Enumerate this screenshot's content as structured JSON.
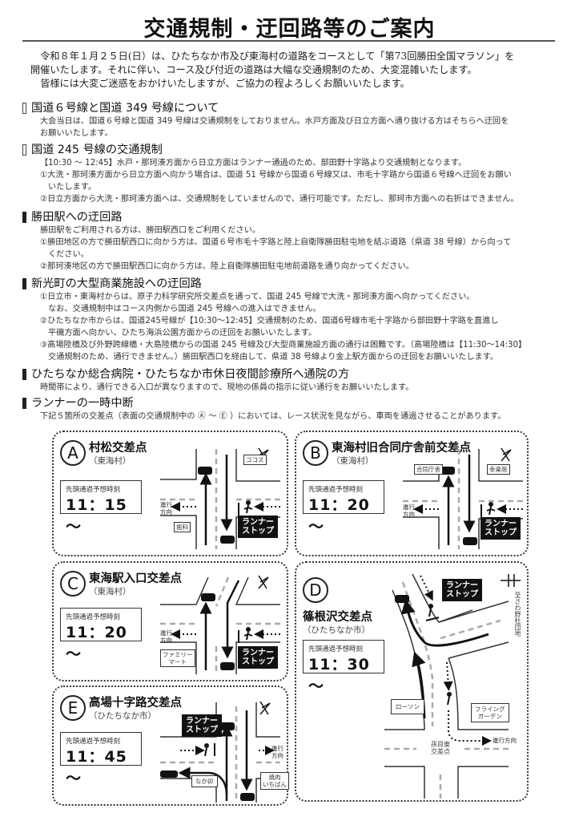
{
  "title": "交通規制・迂回路等のご案内",
  "intro": {
    "line1": "令和８年１月２５日(日）は、ひたちなか市及び東海村の道路をコースとして「第73回勝田全国マラソン」を",
    "line2": "開催いたします。それに伴い、コース及び付近の道路は大幅な交通規制のため、大変混雑いたします。",
    "line3": "皆様には大変ご迷惑をおかけいたしますが、ご協力の程よろしくお願いいたします。"
  },
  "sections": [
    {
      "heading": "国道６号線と国道 349 号線について",
      "lines": [
        "大会当日は、国道６号線と国道 349 号線は交通規制をしておりません。水戸方面及び日立方面へ通り抜ける方はそちらへ迂回を",
        "お願いいたします。"
      ]
    },
    {
      "heading": "国道 245 号線の交通規制",
      "lines": [
        "【10:30 ～ 12:45】水戸・那珂湊方面から日立方面はランナー通過のため、部田野十字路より交通規制となります。",
        "①大洗・那珂湊方面から日立方面へ向かう場合は、国道 51 号線から国道６号線又は、市毛十字路から国道６号線へ迂回をお願い",
        "いたします。",
        "②日立方面から大洗・那珂湊方面へは、交通規制をしていませんので、通行可能です。ただし、那珂市方面への右折はできません。"
      ]
    },
    {
      "heading": "勝田駅への迂回路",
      "lines": [
        "勝田駅をご利用される方は、勝田駅西口をご利用ください。",
        "①勝田地区の方で勝田駅西口に向かう方は、国道６号市毛十字路と陸上自衛隊勝田駐屯地を結ぶ道路（県道 38 号線）から向って",
        "ください。",
        "②那珂湊地区の方で勝田駅西口に向かう方は、陸上自衛隊勝田駐屯地前道路を通り向かってください。"
      ]
    },
    {
      "heading": "新光町の大型商業施設への迂回路",
      "lines": [
        "①日立市・東海村からは、原子力科学研究所交差点を通って、国道 245 号線で大洗・那珂湊方面へ向かってください。",
        "なお、交通規制中はコース内側から国道 245 号線への進入はできません。",
        "②ひたちなか市からは、国道245号線が【10:30～12:45】交通規制のため、国道6号線市毛十字路から部田野十字路を直進し",
        "平磯方面へ向かい、ひたち海浜公園方面からの迂回をお願いいたします。",
        "③高場陸橋及び外野跨線橋・大島陸橋からの国道 245 号線及び大型商業施設方面の通行は困難です。（高場陸橋は【11:30～14:30】",
        "交通規制のため、通行できません。）勝田駅西口を経由して、県道 38 号線より金上駅方面からの迂回をお願いいたします。"
      ]
    },
    {
      "heading": "ひたちなか総合病院・ひたちなか市休日夜間診療所へ通院の方",
      "lines": [
        "時間帯により、通行できる入口が異なりますので、現地の係員の指示に従い通行をお願いいたします。"
      ]
    },
    {
      "heading": "ランナーの一時中断",
      "lines": [
        "下記５箇所の交差点（表面の交通規制中の Ⓐ ～ Ⓔ ）においては、レース状況を見ながら、車両を通過させることがあります。"
      ]
    }
  ],
  "common": {
    "time_label": "先頭通過予想時刻",
    "runner_stop_1": "ランナー",
    "runner_stop_2": "ストップ",
    "dir_1": "進行",
    "dir_2": "方向",
    "dir_full": "進行方向"
  },
  "intersections": [
    {
      "letter": "A",
      "name": "村松交差点",
      "area": "（東海村）",
      "time": "11：15～",
      "landmarks": [
        "ココス",
        "歯科"
      ]
    },
    {
      "letter": "B",
      "name": "東海村旧合同庁舎前交差点",
      "area": "（東海村）",
      "time": "11：20～",
      "landmarks": [
        "合同庁舎",
        "幸楽苑"
      ]
    },
    {
      "letter": "C",
      "name": "東海駅入口交差点",
      "area": "（東海村）",
      "time": "11：20～",
      "landmarks": [
        "ファミリー",
        "マート"
      ]
    },
    {
      "letter": "D",
      "name": "篠根沢交差点",
      "area": "（ひたちなか市）",
      "time": "11：30～",
      "landmarks": [
        "ローソン",
        "フライング",
        "ガーデン",
        "至さわ野杜団地",
        "孫目東",
        "交差点"
      ]
    },
    {
      "letter": "E",
      "name": "高場十字路交差点",
      "area": "（ひたちなか市）",
      "time": "11：45～",
      "landmarks": [
        "なか卯",
        "焼肉",
        "いちばん"
      ]
    }
  ]
}
